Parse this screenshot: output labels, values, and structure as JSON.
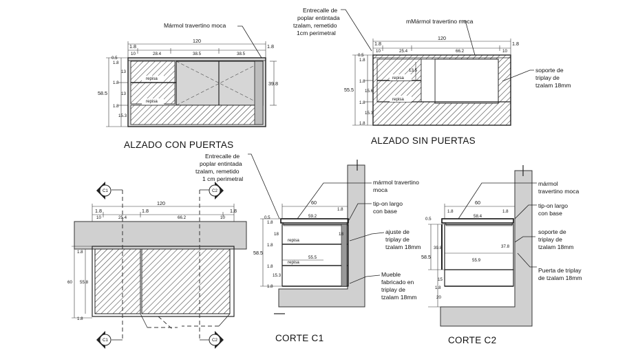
{
  "elev_doors": {
    "title": "ALZADO CON PUERTAS",
    "marble_note": "Mármol travertino moca",
    "top": [
      "1.8",
      "120",
      "1.8"
    ],
    "segs": [
      "10",
      "28.4",
      "38.5",
      "38.5"
    ],
    "left": [
      "0.5",
      "1.8",
      "13",
      "1.8",
      "13",
      "1.8",
      "15.3"
    ],
    "total_h": "58.5",
    "right_h": "39.8",
    "shelf1": "repisa",
    "shelf2": "repisa"
  },
  "elev_nodoors": {
    "title": "ALZADO SIN PUERTAS",
    "marble_note": "mMármol travertino moca",
    "groove_note": [
      "Entrecalle de",
      "poplar entintada",
      "tzalam, remetido",
      "1cm perimetral"
    ],
    "support_note": [
      "soporte de",
      "triplay de",
      "tzalam 18mm"
    ],
    "top": [
      "1.8",
      "120",
      "1.8"
    ],
    "segs": [
      "10",
      "25.4",
      "66.2",
      "10"
    ],
    "left": [
      "0.5",
      "1.8",
      "1.8",
      "15.6",
      "1.8",
      "15.3",
      "1.8"
    ],
    "total_h": "55.5",
    "inner": "13.5",
    "shelf1": "repisa",
    "shelf2": "repisa"
  },
  "plan": {
    "groove_note": [
      "Entrecalle de",
      "poplar entintada",
      "tzalam, remetido",
      "1 cm perimetral"
    ],
    "c1": "C1",
    "c2": "C2",
    "top": [
      "1.8",
      "120",
      "1.8",
      "1.8"
    ],
    "segs": [
      "10",
      "25.4",
      "66.2",
      "10"
    ],
    "left": [
      "1.8",
      "60",
      "55.8",
      "1.8"
    ]
  },
  "corte_c1": {
    "title": "CORTE C1",
    "notes": {
      "marble": [
        "mármol travertino",
        "moca"
      ],
      "tipon": [
        "tip-on largo",
        "con base"
      ],
      "adjust": [
        "ajuste de",
        "triplay de",
        "tzalam 18mm"
      ],
      "mueble": [
        "Mueble",
        "fabricado en",
        "triplay de",
        "tzalam 18mm"
      ]
    },
    "dims": [
      "60",
      "1.8",
      "59.2",
      "0.5",
      "1.8",
      "18",
      "18",
      "1.8",
      "55.5",
      "1.8",
      "15.3",
      "1.8",
      "58.5"
    ],
    "shelf1": "repisa",
    "shelf2": "repisa"
  },
  "corte_c2": {
    "title": "CORTE C2",
    "notes": {
      "marble": [
        "mármol",
        "travertino moca"
      ],
      "tipon": [
        "tip-on largo",
        "con base"
      ],
      "support": [
        "soporte de",
        "triplay de",
        "tzalam 18mm"
      ],
      "door": [
        "Puerta de triplay",
        "de tzalam 18mm"
      ]
    },
    "dims": [
      "60",
      "1.8",
      "58.4",
      "1.8",
      "0.5",
      "39.8",
      "37.8",
      "55.9",
      "58.5",
      "15",
      "1.8",
      "20"
    ]
  }
}
